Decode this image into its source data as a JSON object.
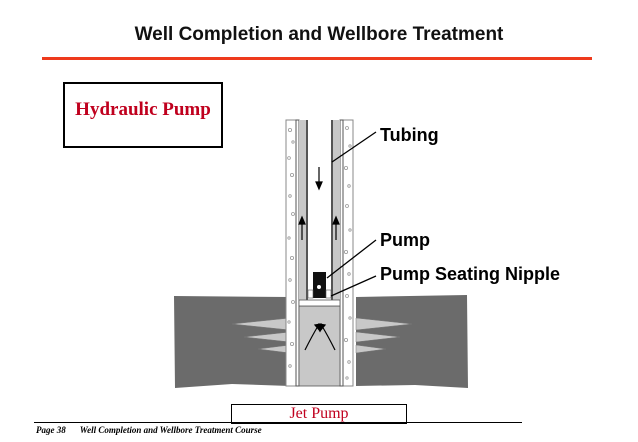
{
  "header": {
    "title": "Well Completion and Wellbore Treatment"
  },
  "diagram": {
    "title_box": "Hydraulic Pump",
    "labels": {
      "tubing": "Tubing",
      "pump": "Pump",
      "seating_nipple": "Pump Seating Nipple"
    },
    "caption": "Jet Pump"
  },
  "footer": {
    "page": "Page 38",
    "course": "Well Completion and Wellbore Treatment Course"
  },
  "colors": {
    "accent_rule": "#ee3a1c",
    "red_text": "#c0001e",
    "formation": "#6b6b6b",
    "annulus": "#c8c8c8"
  }
}
